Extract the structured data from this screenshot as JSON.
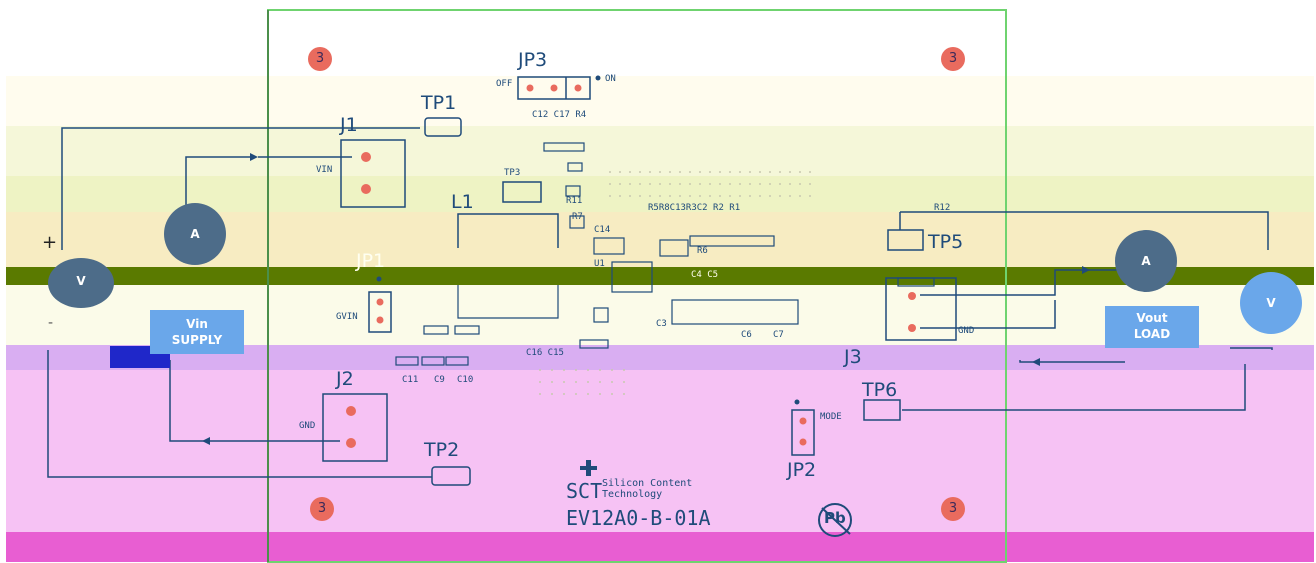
{
  "labels": {
    "jp3": "JP3",
    "off": "OFF",
    "on": "ON",
    "c12_c17_r4": "C12 C17 R4",
    "tp1": "TP1",
    "j1": "J1",
    "vin": "VIN",
    "tp3": "TP3",
    "r11": "R11",
    "l1": "L1",
    "r7": "R7",
    "c14": "C14",
    "u1": "U1",
    "r5_row": "R5R8C13R3C2 R2 R1",
    "r6": "R6",
    "tp5": "TP5",
    "r12": "R12",
    "jp1": "JP1",
    "gvin": "GVIN",
    "c4c5": "C4 C5",
    "c3": "C3",
    "c6": "C6",
    "c7": "C7",
    "gnd_right": "GND",
    "c16c15": "C16 C15",
    "c11": "C11",
    "c9": "C9",
    "c10": "C10",
    "j3": "J3",
    "j2": "J2",
    "gnd_left": "GND",
    "tp2": "TP2",
    "tp6": "TP6",
    "mode": "MODE",
    "jp2": "JP2",
    "sct": "SCT",
    "company_line1": "Silicon Content",
    "company_line2": "Technology",
    "board_id": "EV12A0-B-01A",
    "pb": "Pb"
  },
  "mounting_holes": [
    "3",
    "3",
    "3",
    "3"
  ],
  "meters": {
    "vin_ammeter": "A",
    "vin_voltmeter": "V",
    "vout_ammeter": "A",
    "vout_voltmeter": "V"
  },
  "polarity": {
    "plus": "+",
    "minus": "-"
  },
  "boxes": {
    "vin_line1": "Vin",
    "vin_line2": "SUPPLY",
    "vout_line1": "Vout",
    "vout_line2": "LOAD"
  },
  "colors": {
    "trace": "#1f4b7a",
    "board_edge": "#6fd36f",
    "hole": "#e96b5e",
    "meter": "#6aa7ea",
    "meter_dark": "#4d6c89",
    "band_green": "#5a7a00",
    "band_pink": "#f6c2f4",
    "band_magenta": "#e85ed2",
    "band_violet": "#d9aef2"
  }
}
